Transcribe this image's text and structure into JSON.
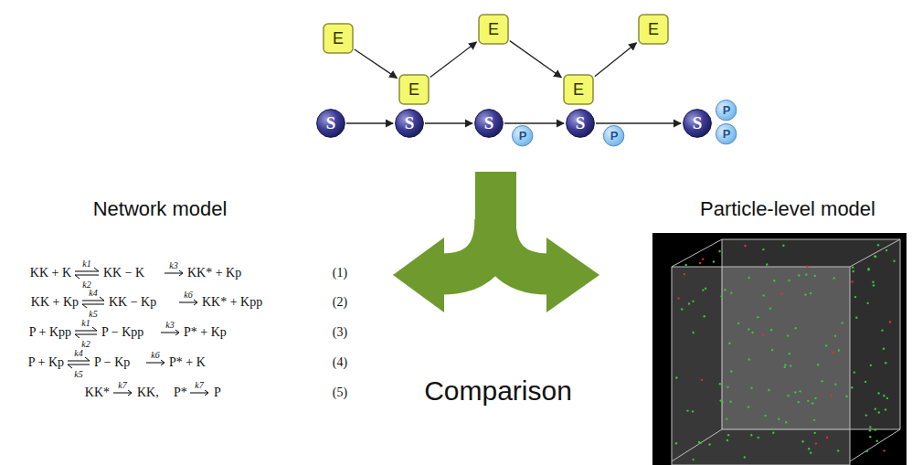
{
  "diagram": {
    "nodes": [
      {
        "text": [
          "E"
        ]
      },
      {
        "text": [
          "E"
        ]
      },
      {
        "text": [
          "E"
        ]
      },
      {
        "text": [
          "E"
        ]
      },
      {
        "text": [
          "E"
        ]
      },
      {
        "text": [
          "S"
        ]
      },
      {
        "text": [
          "S"
        ]
      },
      {
        "text": [
          "S"
        ]
      },
      {
        "text": [
          "S"
        ]
      },
      {
        "text": [
          "S"
        ]
      },
      {
        "text": [
          "P"
        ]
      },
      {
        "text": [
          "P"
        ]
      },
      {
        "text": [
          "P"
        ]
      },
      {
        "text": [
          "P"
        ]
      }
    ],
    "edges": [
      {
        "from": 0,
        "to": 3,
        "arrow": "to"
      },
      {
        "from": 3,
        "to": 1,
        "arrow": "to"
      },
      {
        "from": 1,
        "to": 4,
        "arrow": "to"
      },
      {
        "from": 4,
        "to": 2,
        "arrow": "to"
      },
      {
        "from": 5,
        "to": 6,
        "arrow": "to"
      },
      {
        "from": 6,
        "to": 7,
        "arrow": "to"
      },
      {
        "from": 7,
        "to": 8,
        "arrow": "to"
      },
      {
        "from": 8,
        "to": 9,
        "arrow": "to"
      }
    ],
    "labels": [
      "Network model",
      "Particle-level model",
      "Comparison",
      "KK + K",
      "k1",
      "k2",
      "KK − K",
      "k3",
      "KK* + Kp",
      "(1)",
      "KK + Kp",
      "k4",
      "k5",
      "KK − Kp",
      "k6",
      "KK* + Kpp",
      "(2)",
      "P + Kpp",
      "k1",
      "k2",
      "P − Kpp",
      "k3",
      "P* + Kp",
      "(3)",
      "P + Kp",
      "k4",
      "k5",
      "P − Kp",
      "k6",
      "P* + K",
      "(4)",
      "KK*",
      "k7",
      "KK,",
      "P*",
      "k7",
      "P",
      "(5)"
    ]
  }
}
